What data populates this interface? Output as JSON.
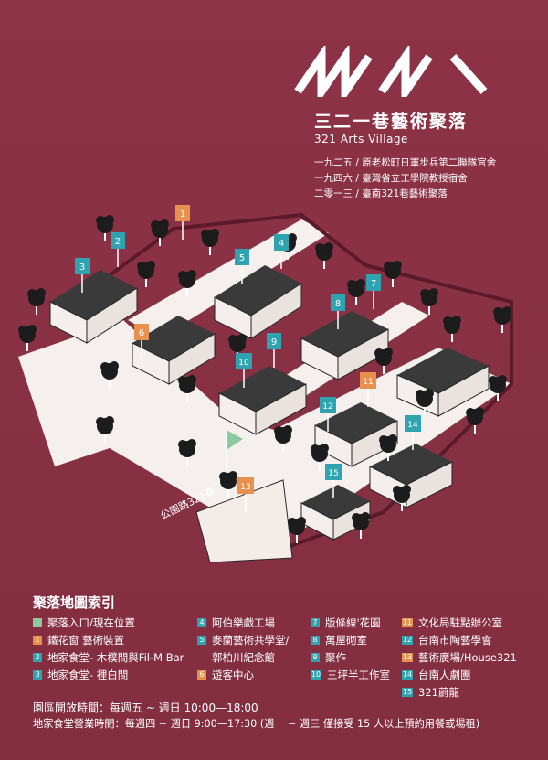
{
  "header": {
    "title_zh": "三二一巷藝術聚落",
    "title_en": "321  Arts Village",
    "history": [
      "一九二五 / 原老松町日軍步兵第二聯隊官舍",
      "一九四六 / 臺灣省立工學院教授宿舍",
      "二零一三 / 臺南321巷藝術聚落"
    ]
  },
  "map": {
    "street_label": "公園路321巷",
    "markers": [
      {
        "n": "1",
        "color": "#e8914e"
      },
      {
        "n": "2",
        "color": "#2fa3b0"
      },
      {
        "n": "3",
        "color": "#2fa3b0"
      },
      {
        "n": "4",
        "color": "#2fa3b0"
      },
      {
        "n": "5",
        "color": "#2fa3b0"
      },
      {
        "n": "6",
        "color": "#e8914e"
      },
      {
        "n": "7",
        "color": "#2fa3b0"
      },
      {
        "n": "8",
        "color": "#2fa3b0"
      },
      {
        "n": "9",
        "color": "#2fa3b0"
      },
      {
        "n": "10",
        "color": "#2fa3b0"
      },
      {
        "n": "11",
        "color": "#e8914e"
      },
      {
        "n": "12",
        "color": "#2fa3b0"
      },
      {
        "n": "13",
        "color": "#e8914e"
      },
      {
        "n": "14",
        "color": "#2fa3b0"
      },
      {
        "n": "15",
        "color": "#2fa3b0"
      }
    ],
    "entrance_color": "#8cc9a0"
  },
  "legend": {
    "title": "聚落地圖索引",
    "col1": [
      {
        "n": "",
        "label": "聚落入口/現在位置",
        "color": "#8cc9a0"
      },
      {
        "n": "1",
        "label": "鐵花窗 藝術裝置",
        "color": "#e8914e"
      },
      {
        "n": "2",
        "label": "地家食堂- 木樸間與Fil-M Bar",
        "color": "#2fa3b0"
      },
      {
        "n": "3",
        "label": "地家食堂- 裡白間",
        "color": "#2fa3b0"
      }
    ],
    "col2": [
      {
        "n": "4",
        "label": "阿伯樂戲工場",
        "color": "#2fa3b0"
      },
      {
        "n": "5",
        "label": "麥蘭藝術共學堂/",
        "color": "#2fa3b0"
      },
      {
        "n": "",
        "label": "郭柏川紀念館",
        "color": ""
      },
      {
        "n": "6",
        "label": "遊客中心",
        "color": "#e8914e"
      }
    ],
    "col3": [
      {
        "n": "7",
        "label": "版條線'花園",
        "color": "#2fa3b0"
      },
      {
        "n": "8",
        "label": "萬屋砌室",
        "color": "#2fa3b0"
      },
      {
        "n": "9",
        "label": "聚作",
        "color": "#2fa3b0"
      },
      {
        "n": "10",
        "label": "三坪半工作室",
        "color": "#2fa3b0"
      }
    ],
    "col4": [
      {
        "n": "11",
        "label": "文化局駐點辦公室",
        "color": "#e8914e"
      },
      {
        "n": "12",
        "label": "台南市陶藝學會",
        "color": "#2fa3b0"
      },
      {
        "n": "13",
        "label": "藝術廣場/House321",
        "color": "#e8914e"
      },
      {
        "n": "14",
        "label": "台南人劇團",
        "color": "#2fa3b0"
      },
      {
        "n": "15",
        "label": "321蔚龍",
        "color": "#2fa3b0"
      }
    ]
  },
  "hours": {
    "line1": "園區開放時間：每週五 ~ 週日 10:00—18:00",
    "line2": "地家食堂營業時間：每週四 ~ 週日 9:00—17:30 (週一 ~ 週三 僅接受 15 人以上預約用餐或場租)"
  }
}
